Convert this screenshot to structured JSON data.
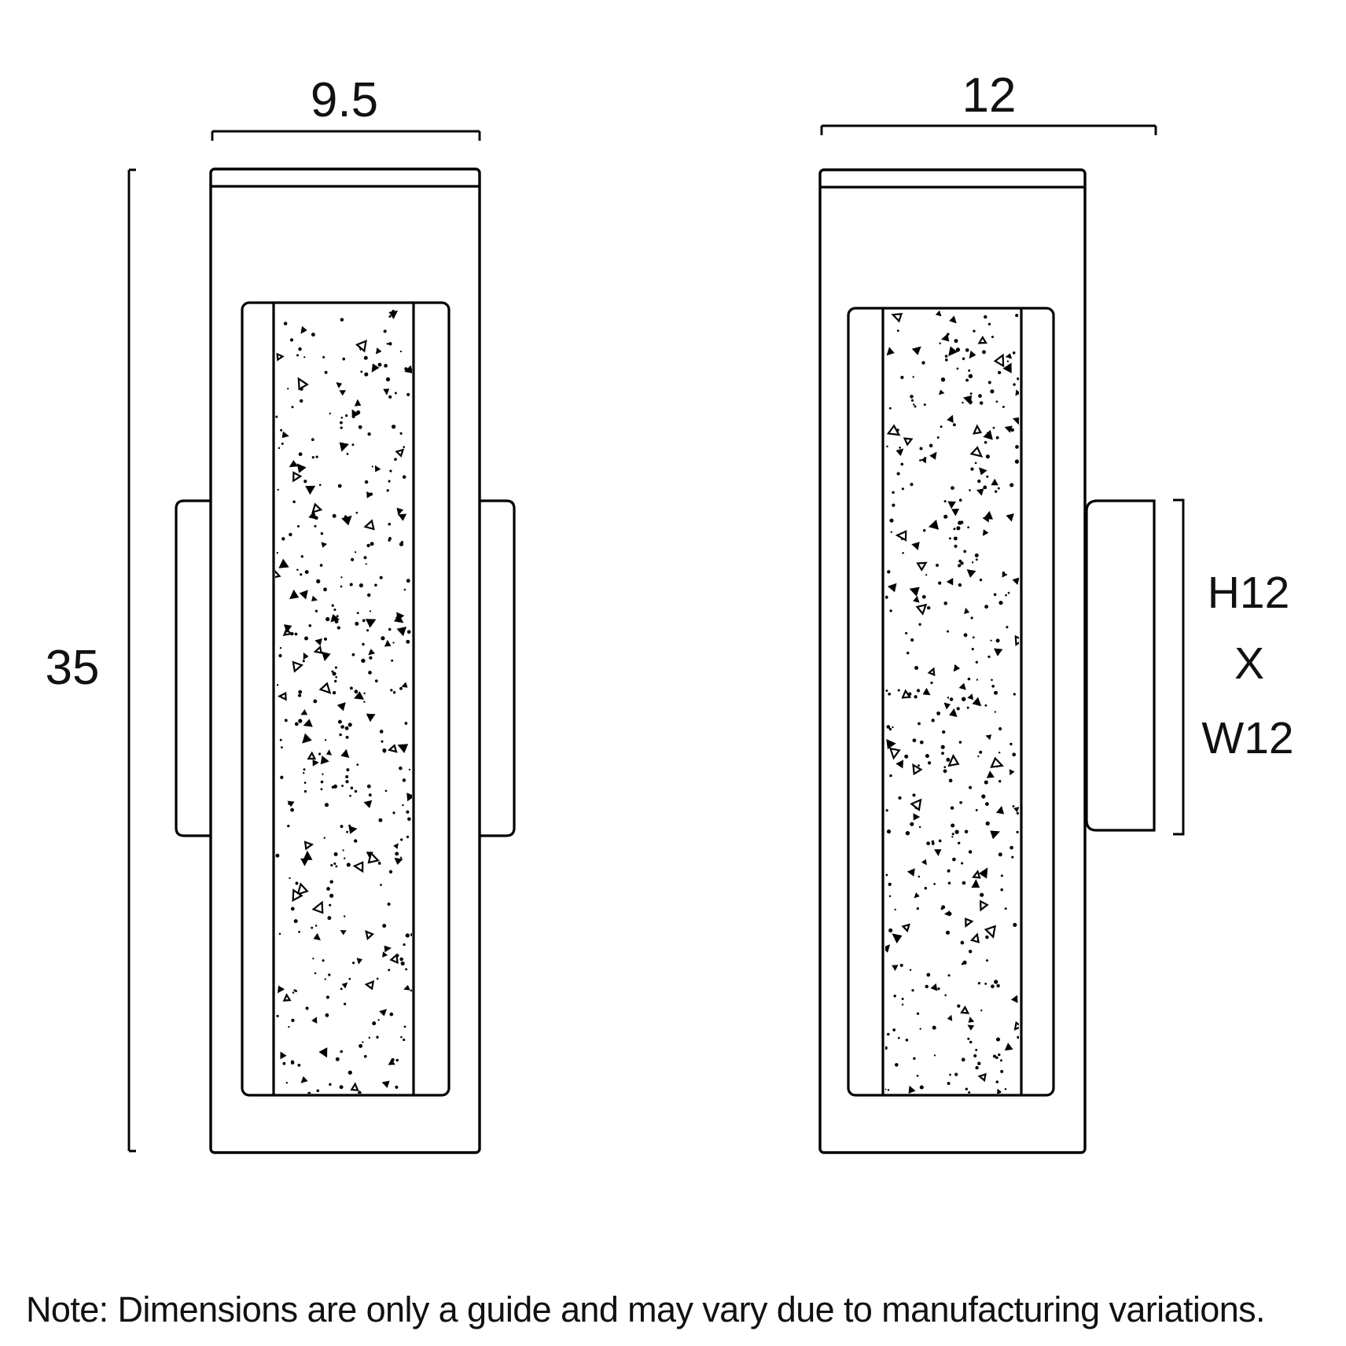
{
  "diagram": {
    "title_semantic": "wall-sconce-dimension-drawing",
    "front_view": {
      "width_label": "9.5",
      "height_label": "35"
    },
    "side_view": {
      "width_label": "12",
      "mount_dim_line1": "H12",
      "mount_dim_line2": "X",
      "mount_dim_line3": "W12"
    },
    "note": "Note: Dimensions are only a guide and may vary due to manufacturing variations.",
    "colors": {
      "line": "#000000",
      "background": "#ffffff",
      "text": "#111111"
    }
  }
}
